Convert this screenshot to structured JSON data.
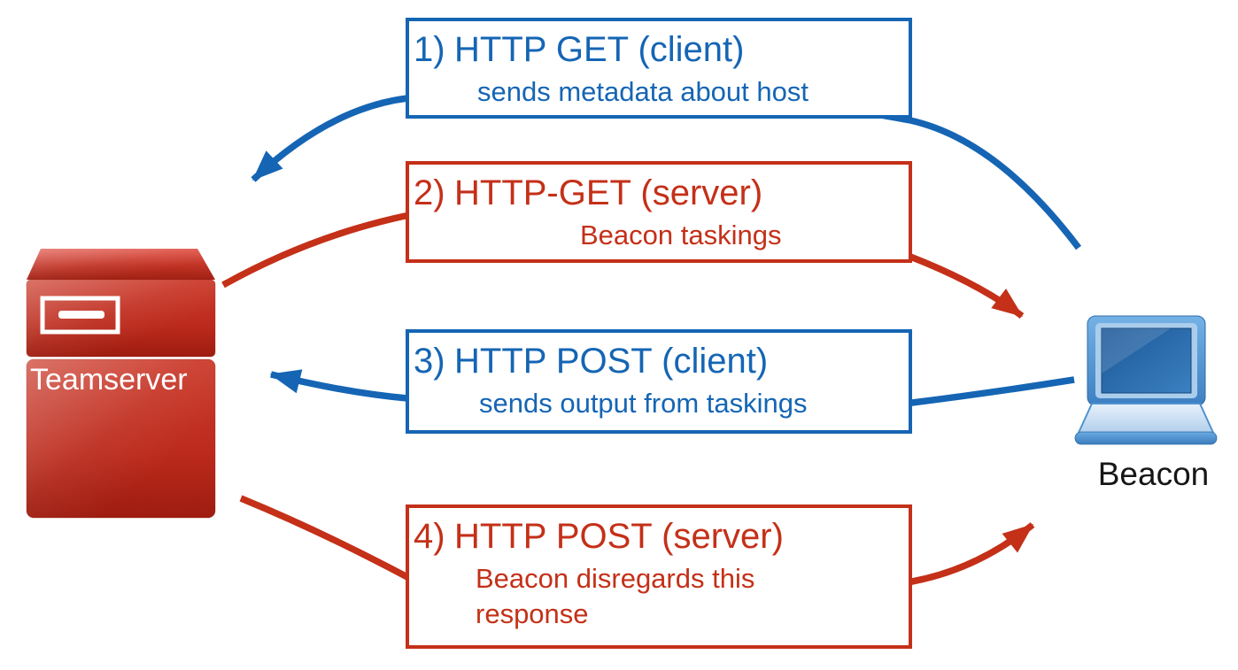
{
  "colors": {
    "blue": "#1565B4",
    "red": "#C43018"
  },
  "nodes": {
    "teamserver": {
      "label": "Teamserver",
      "icon": "server-icon"
    },
    "beacon": {
      "label": "Beacon",
      "icon": "laptop-icon"
    }
  },
  "steps": [
    {
      "num": "1)",
      "title": "HTTP GET (client)",
      "subtitle": "sends metadata about host",
      "color": "blue",
      "direction": "beacon-to-teamserver"
    },
    {
      "num": "2)",
      "title": "HTTP-GET (server)",
      "subtitle": "Beacon taskings",
      "color": "red",
      "direction": "teamserver-to-beacon"
    },
    {
      "num": "3)",
      "title": "HTTP POST (client)",
      "subtitle": "sends output from taskings",
      "color": "blue",
      "direction": "beacon-to-teamserver"
    },
    {
      "num": "4)",
      "title": "HTTP POST (server)",
      "subtitle": "Beacon disregards this response",
      "color": "red",
      "direction": "teamserver-to-beacon"
    }
  ]
}
